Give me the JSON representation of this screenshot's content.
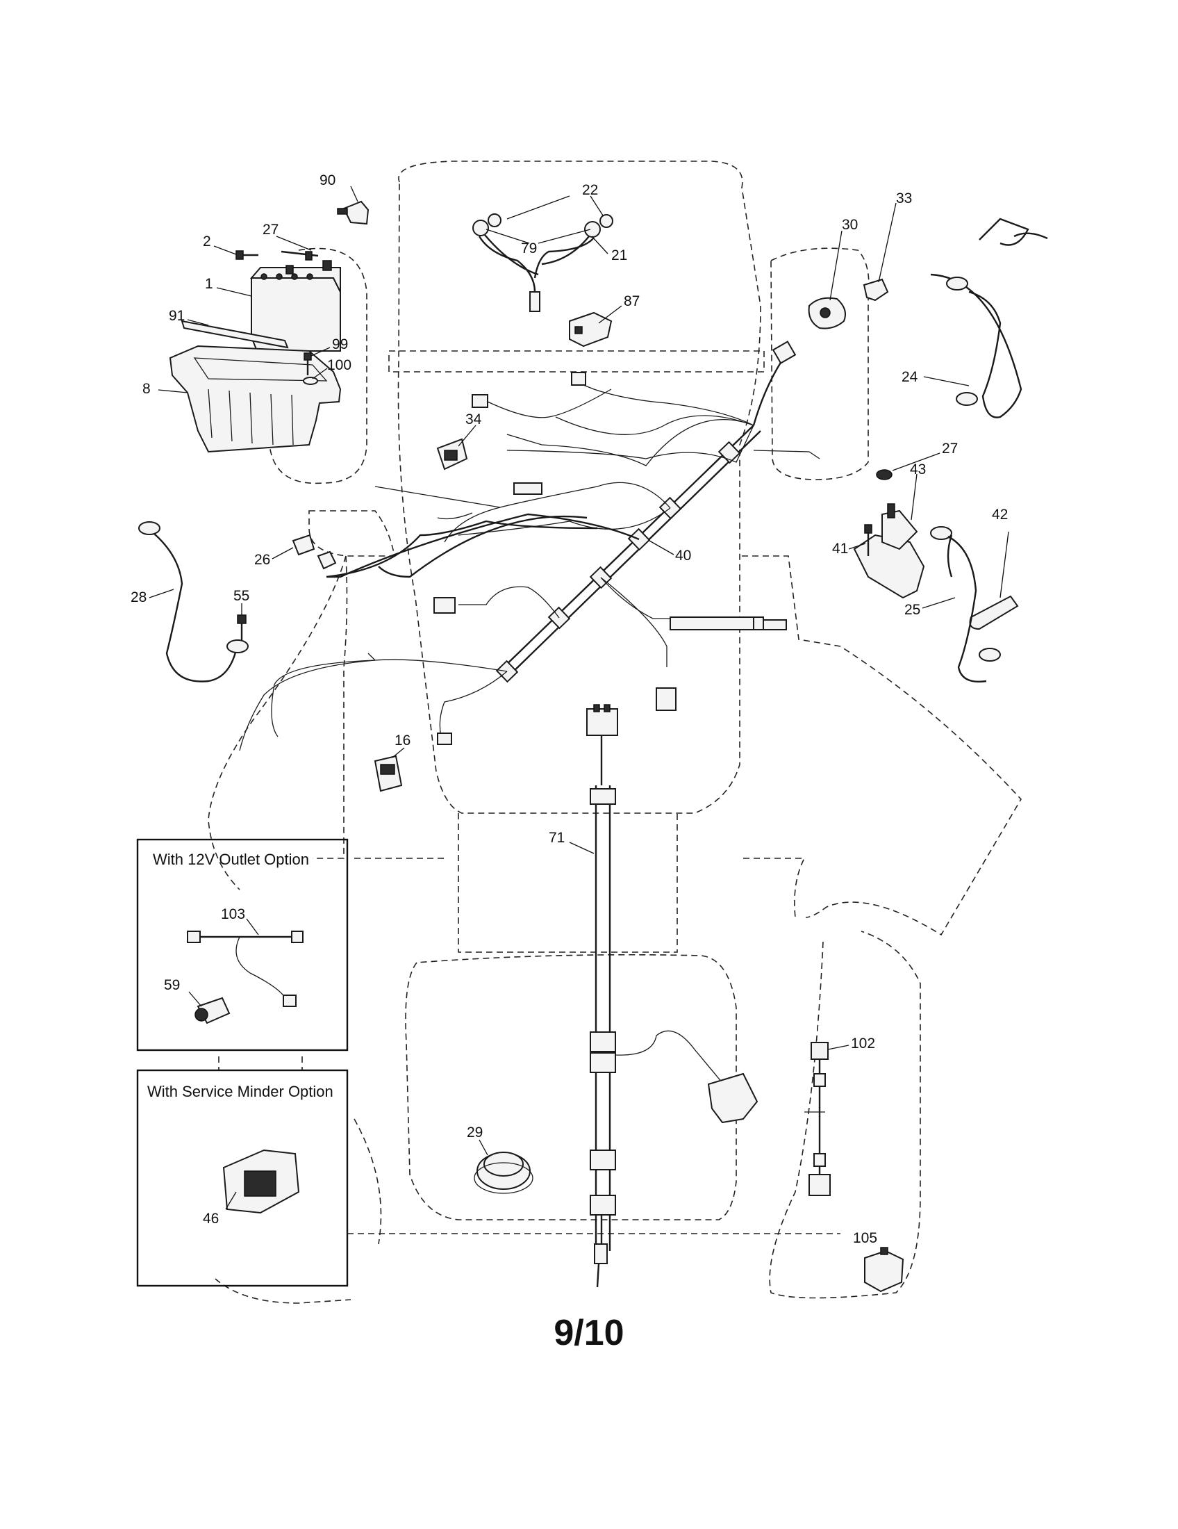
{
  "diagram": {
    "page_number": "9/10",
    "option_boxes": [
      {
        "title": "With 12V Outlet Option"
      },
      {
        "title": "With Service Minder Option"
      }
    ],
    "part_labels": [
      "90",
      "22",
      "2",
      "27",
      "79",
      "21",
      "33",
      "30",
      "1",
      "87",
      "91",
      "99",
      "100",
      "8",
      "24",
      "34",
      "27",
      "43",
      "40",
      "42",
      "41",
      "26",
      "28",
      "55",
      "25",
      "16",
      "71",
      "103",
      "59",
      "102",
      "29",
      "46",
      "105"
    ]
  }
}
